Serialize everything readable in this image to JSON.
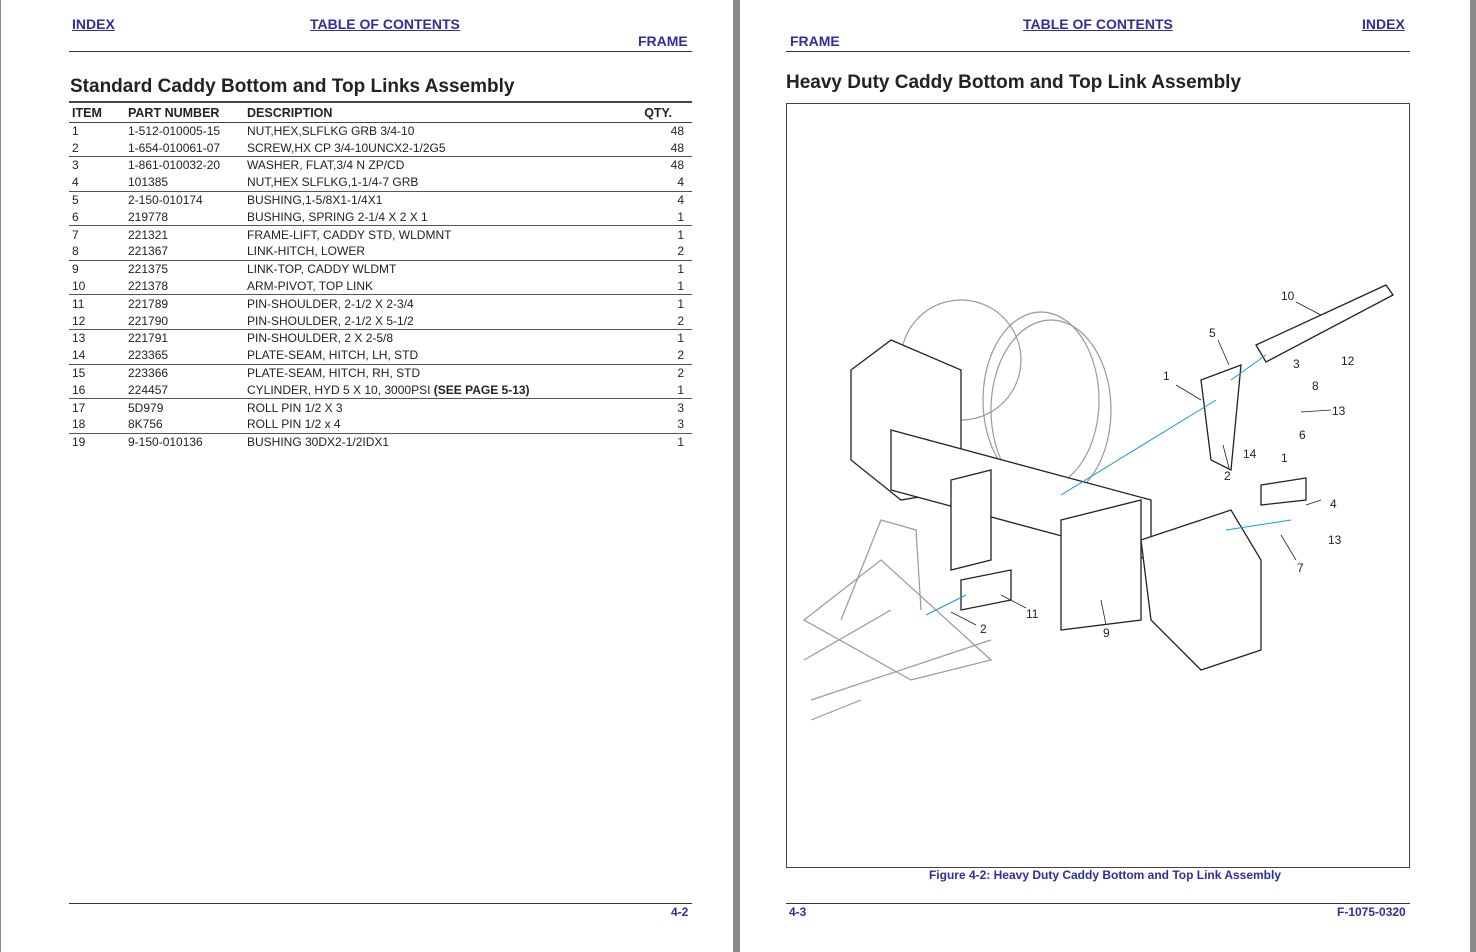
{
  "left_page": {
    "index_link": "INDEX",
    "toc_link": "TABLE OF CONTENTS",
    "section": "FRAME",
    "title": "Standard Caddy Bottom and Top Links Assembly",
    "columns": [
      "ITEM",
      "PART NUMBER",
      "DESCRIPTION",
      "QTY."
    ],
    "rows": [
      {
        "item": "1",
        "part": "1-512-010005-15",
        "desc": "NUT,HEX,SLFLKG GRB 3/4-10",
        "note": "",
        "qty": "48"
      },
      {
        "item": "2",
        "part": "1-654-010061-07",
        "desc": "SCREW,HX CP 3/4-10UNCX2-1/2G5",
        "note": "",
        "qty": "48"
      },
      {
        "item": "3",
        "part": "1-861-010032-20",
        "desc": "WASHER, FLAT,3/4 N ZP/CD",
        "note": "",
        "qty": "48"
      },
      {
        "item": "4",
        "part": "101385",
        "desc": "NUT,HEX SLFLKG,1-1/4-7 GRB",
        "note": "",
        "qty": "4"
      },
      {
        "item": "5",
        "part": "2-150-010174",
        "desc": "BUSHING,1-5/8X1-1/4X1",
        "note": "",
        "qty": "4"
      },
      {
        "item": "6",
        "part": "219778",
        "desc": "BUSHING, SPRING 2-1/4 X 2 X 1",
        "note": "",
        "qty": "1"
      },
      {
        "item": "7",
        "part": "221321",
        "desc": "FRAME-LIFT, CADDY STD, WLDMNT",
        "note": "",
        "qty": "1"
      },
      {
        "item": "8",
        "part": "221367",
        "desc": "LINK-HITCH, LOWER",
        "note": "",
        "qty": "2"
      },
      {
        "item": "9",
        "part": "221375",
        "desc": "LINK-TOP, CADDY WLDMT",
        "note": "",
        "qty": "1"
      },
      {
        "item": "10",
        "part": "221378",
        "desc": "ARM-PIVOT, TOP LINK",
        "note": "",
        "qty": "1"
      },
      {
        "item": "11",
        "part": "221789",
        "desc": "PIN-SHOULDER, 2-1/2 X 2-3/4",
        "note": "",
        "qty": "1"
      },
      {
        "item": "12",
        "part": "221790",
        "desc": "PIN-SHOULDER, 2-1/2 X 5-1/2",
        "note": "",
        "qty": "2"
      },
      {
        "item": "13",
        "part": "221791",
        "desc": "PIN-SHOULDER, 2 X 2-5/8",
        "note": "",
        "qty": "1"
      },
      {
        "item": "14",
        "part": "223365",
        "desc": "PLATE-SEAM, HITCH, LH, STD",
        "note": "",
        "qty": "2"
      },
      {
        "item": "15",
        "part": "223366",
        "desc": "PLATE-SEAM, HITCH, RH, STD",
        "note": "",
        "qty": "2"
      },
      {
        "item": "16",
        "part": "224457",
        "desc": "CYLINDER, HYD 5 X 10, 3000PSI ",
        "note": "(SEE PAGE 5-13)",
        "qty": "1"
      },
      {
        "item": "17",
        "part": "5D979",
        "desc": "ROLL PIN 1/2 X 3",
        "note": "",
        "qty": "3"
      },
      {
        "item": "18",
        "part": "8K756",
        "desc": "ROLL PIN 1/2 x 4",
        "note": "",
        "qty": "3"
      },
      {
        "item": "19",
        "part": "9-150-010136",
        "desc": "BUSHING 30DX2-1/2IDX1",
        "note": "",
        "qty": "1"
      }
    ],
    "page_number": "4-2"
  },
  "right_page": {
    "toc_link": "TABLE OF CONTENTS",
    "index_link": "INDEX",
    "section": "FRAME",
    "title": "Heavy Duty Caddy Bottom and Top Link Assembly",
    "callouts": [
      "10",
      "5",
      "3",
      "12",
      "1",
      "8",
      "13",
      "6",
      "14",
      "2",
      "1",
      "4",
      "13",
      "7",
      "11",
      "2",
      "9"
    ],
    "caption": "Figure 4-2:  Heavy Duty Caddy Bottom and Top Link Assembly",
    "page_number": "4-3",
    "doc_number": "F-1075-0320",
    "accent_color": "#1a9ad6"
  }
}
